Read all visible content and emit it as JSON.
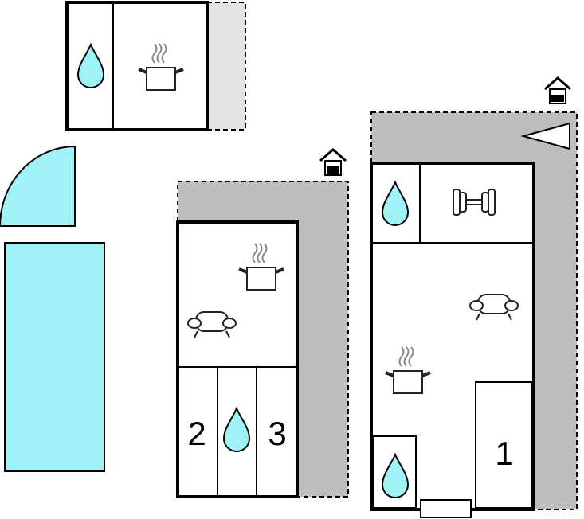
{
  "colors": {
    "wall": "#000000",
    "water": "#9FF3F7",
    "terrace": "#BEBEBE",
    "terrace_light": "#E3E3E3",
    "room": "#FFFFFF",
    "icon_stroke": "#333333",
    "steam": "#888888"
  },
  "labels": {
    "bedroom_1": "1",
    "bedroom_2": "2",
    "bedroom_3": "3"
  },
  "icons": {
    "drop": "water-drop-icon",
    "pot": "cooking-pot-icon",
    "sofa": "sofa-icon",
    "dumbbell": "dumbbell-icon",
    "house": "house-entrance-icon",
    "arrow": "direction-arrow-icon"
  }
}
